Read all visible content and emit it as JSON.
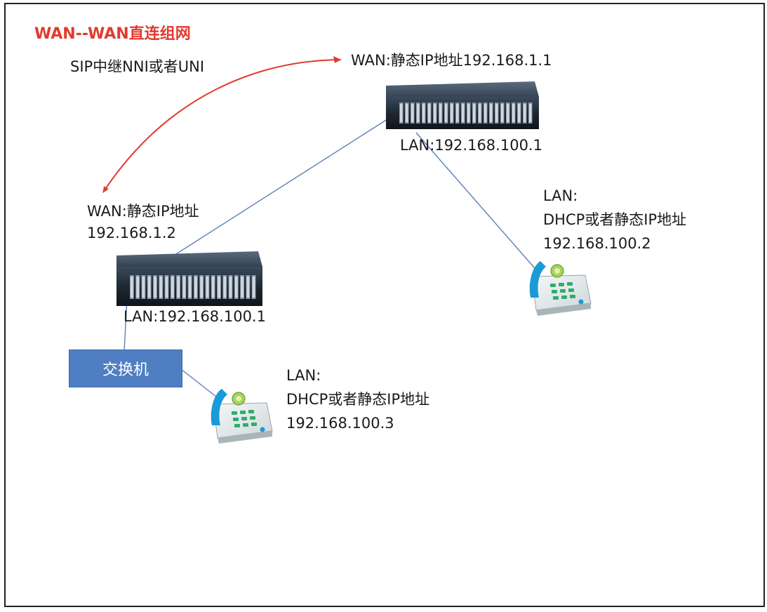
{
  "title": "WAN--WAN直连组网",
  "title_color": "#e23a2e",
  "link_label": "SIP中继NNI或者UNI",
  "link_color": "#e23a2e",
  "cable_color": "#5b7fb5",
  "switch_color": "#4f7fc2",
  "gateway_top": {
    "wan_label": "WAN:静态IP地址192.168.1.1",
    "lan_label": "LAN:192.168.100.1"
  },
  "gateway_left": {
    "wan_label_line1": "WAN:静态IP地址",
    "wan_label_line2": "192.168.1.2",
    "lan_label": "LAN:192.168.100.1"
  },
  "switch": {
    "label": "交换机"
  },
  "phone_right": {
    "line1": "LAN:",
    "line2": "DHCP或者静态IP地址",
    "line3": "192.168.100.2"
  },
  "phone_bottom": {
    "line1": "LAN:",
    "line2": "DHCP或者静态IP地址",
    "line3": "192.168.100.3"
  }
}
